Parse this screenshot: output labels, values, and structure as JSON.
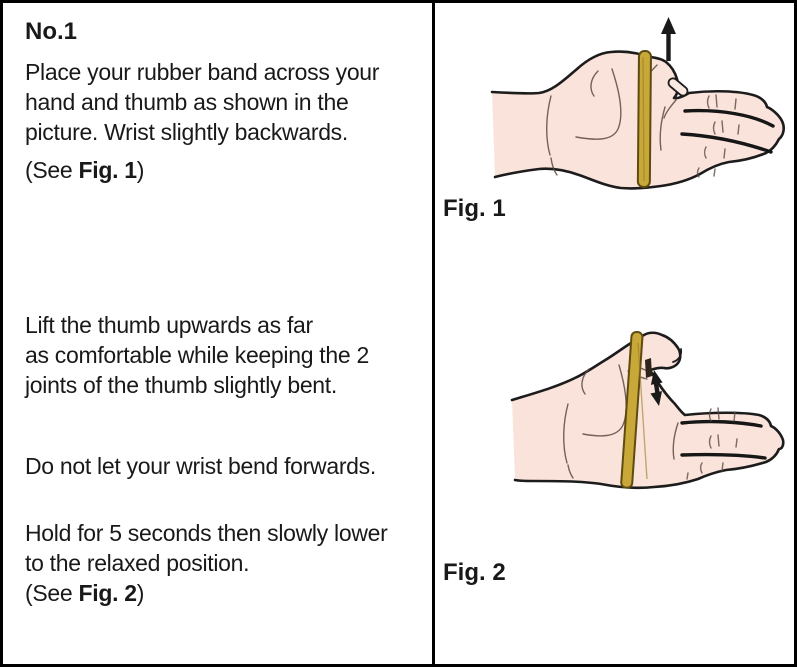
{
  "document_type": "exercise-instruction-sheet",
  "left": {
    "heading": "No.1",
    "para1_lines": [
      "Place your rubber band across your",
      "hand and thumb as shown in the",
      "picture. Wrist slightly backwards."
    ],
    "see1": {
      "prefix": "(See ",
      "bold": "Fig. 1",
      "suffix": ")"
    },
    "para2_lines": [
      "Lift the thumb upwards as far",
      "as comfortable while keeping the 2",
      "joints of the thumb slightly bent."
    ],
    "para3": "Do not let your wrist bend forwards.",
    "para4_lines": [
      "Hold for 5 seconds then slowly lower",
      "to the relaxed position."
    ],
    "see2": {
      "prefix": "(See ",
      "bold": "Fig. 2",
      "suffix": ")"
    }
  },
  "right": {
    "fig1_label": "Fig. 1",
    "fig2_label": "Fig. 2",
    "fig1_description": "hand with rubber band, thumb relaxed, arrow pointing up",
    "fig2_description": "hand with rubber band, thumb lifted, double-headed arrow"
  },
  "icons": [
    "up-arrow-icon",
    "double-arrow-icon",
    "rubber-band",
    "hand-illustration"
  ],
  "colors": {
    "skin": "#FAE3DB",
    "band": "#C9A83A",
    "band_outline": "#5E4B10",
    "outline": "#1c1c1c",
    "text": "#191919",
    "border": "#000000"
  }
}
